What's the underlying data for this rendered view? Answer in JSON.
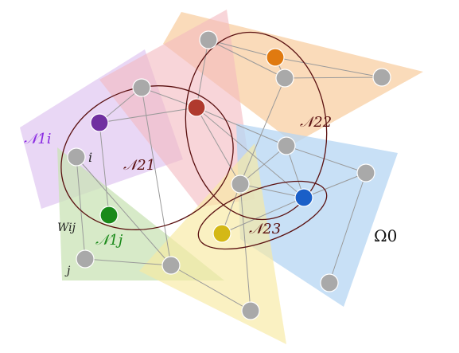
{
  "regions": [
    {
      "id": "purple",
      "color": "#e2c9f2"
    },
    {
      "id": "pink",
      "color": "#f4b9bf"
    },
    {
      "id": "orange",
      "color": "#f8cfa3"
    },
    {
      "id": "green",
      "color": "#c9e3b6"
    },
    {
      "id": "yellow",
      "color": "#f7e9a2"
    },
    {
      "id": "blue",
      "color": "#b6d5f3"
    }
  ],
  "node_colors": {
    "gray": "#a9a9a9",
    "purple": "#7030a0",
    "red": "#b03a2e",
    "orange": "#e07a10",
    "green": "#1a8a1a",
    "blue": "#1a5fc8",
    "yellow": "#d4b816"
  },
  "neighborhood_color": "#5a1010",
  "labels": {
    "n1i": "𝒩1i",
    "n21": "𝒩21",
    "n22": "𝒩22",
    "n23": "𝒩23",
    "n1j": "𝒩1j",
    "i": "i",
    "j": "j",
    "wij": "Wij",
    "omega": "Ω0"
  },
  "label_colors": {
    "n1i": "#8a2be2",
    "n21": "#5a1010",
    "n22": "#5a1010",
    "n23": "#5a1010",
    "n1j": "#1a8a1a",
    "i": "#222222",
    "j": "#222222",
    "wij": "#222222",
    "omega": "#111111"
  }
}
